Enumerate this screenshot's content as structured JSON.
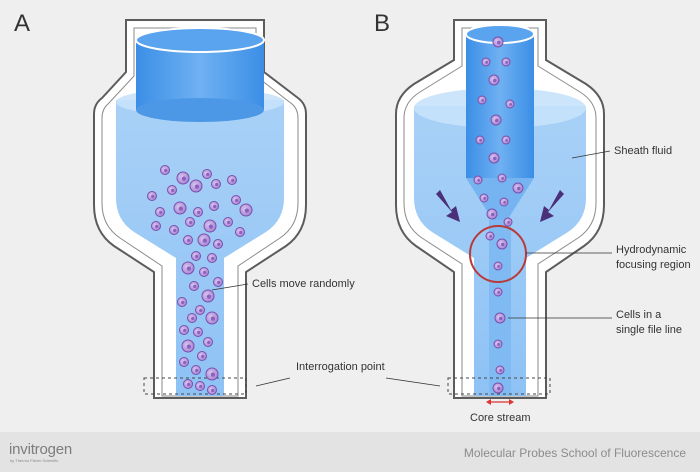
{
  "panels": {
    "a_label": "A",
    "b_label": "B"
  },
  "annotations": {
    "cells_move_randomly": "Cells move randomly",
    "interrogation_point": "Interrogation point",
    "sheath_fluid": "Sheath fluid",
    "hydrodynamic_line1": "Hydrodynamic",
    "hydrodynamic_line2": "focusing region",
    "single_file_line1": "Cells in a",
    "single_file_line2": "single file line",
    "core_stream": "Core stream"
  },
  "footer": {
    "brand": "invitrogen",
    "brand_sub": "by Thermo Fisher Scientific",
    "school": "Molecular Probes School of Fluorescence"
  },
  "colors": {
    "background": "#efefef",
    "fluid": "#8ec2f5",
    "fluid_dark": "#4c9ae8",
    "cell_fill": "#b89ad8",
    "cell_stroke": "#7a4fb0",
    "arrow": "#4b2f78",
    "focus_circle": "#b83a3a",
    "core_arrow": "#d33",
    "wall": "#ffffff",
    "wall_outline": "#5a5a5a"
  }
}
